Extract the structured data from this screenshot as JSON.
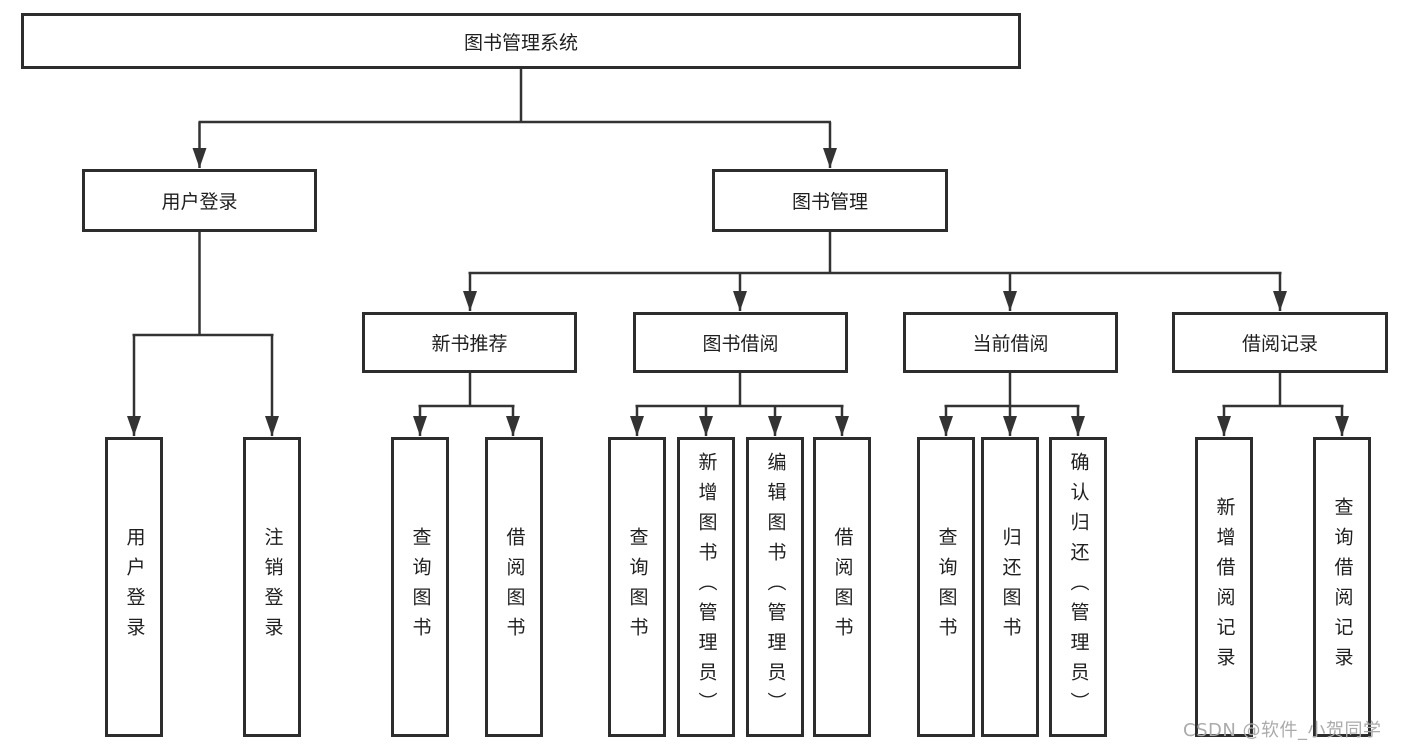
{
  "colors": {
    "background": "#ffffff",
    "box_border": "#2d2d2d",
    "connector_line": "#333333",
    "text": "#1f1f1f",
    "watermark": "#ababab"
  },
  "tree": {
    "root": "图书管理系统",
    "branches": [
      {
        "label": "用户登录",
        "children": [
          "用户登录",
          "注销登录"
        ]
      },
      {
        "label": "图书管理",
        "groups": [
          {
            "label": "新书推荐",
            "children": [
              "查询图书",
              "借阅图书"
            ]
          },
          {
            "label": "图书借阅",
            "children": [
              "查询图书",
              "新增图书（管理员）",
              "编辑图书（管理员）",
              "借阅图书"
            ]
          },
          {
            "label": "当前借阅",
            "children": [
              "查询图书",
              "归还图书",
              "确认归还（管理员）"
            ]
          },
          {
            "label": "借阅记录",
            "children": [
              "新增借阅记录",
              "查询借阅记录"
            ]
          }
        ]
      }
    ]
  },
  "watermark": "CSDN @软件_小贺同学"
}
